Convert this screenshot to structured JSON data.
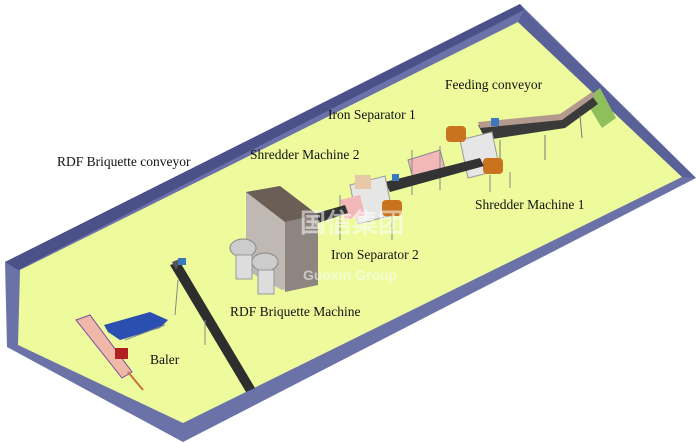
{
  "diagram": {
    "labels": {
      "feeding_conveyor": "Feeding conveyor",
      "iron_separator_1": "Iron Separator 1",
      "rdf_briquette_conveyor": "RDF Briquette conveyor",
      "shredder_machine_2": "Shredder Machine 2",
      "shredder_machine_1": "Shredder Machine 1",
      "iron_separator_2": "Iron Separator 2",
      "rdf_briquette_machine": "RDF Briquette Machine",
      "baler": "Baler"
    },
    "watermark": {
      "cn": "国信集团",
      "en": "Guoxin Group"
    },
    "colors": {
      "floor": "#eefb9c",
      "wall": "#6a72a8",
      "wall_dark": "#464c80",
      "conveyor_belt": "#333333",
      "motor": "#c9731e"
    }
  }
}
